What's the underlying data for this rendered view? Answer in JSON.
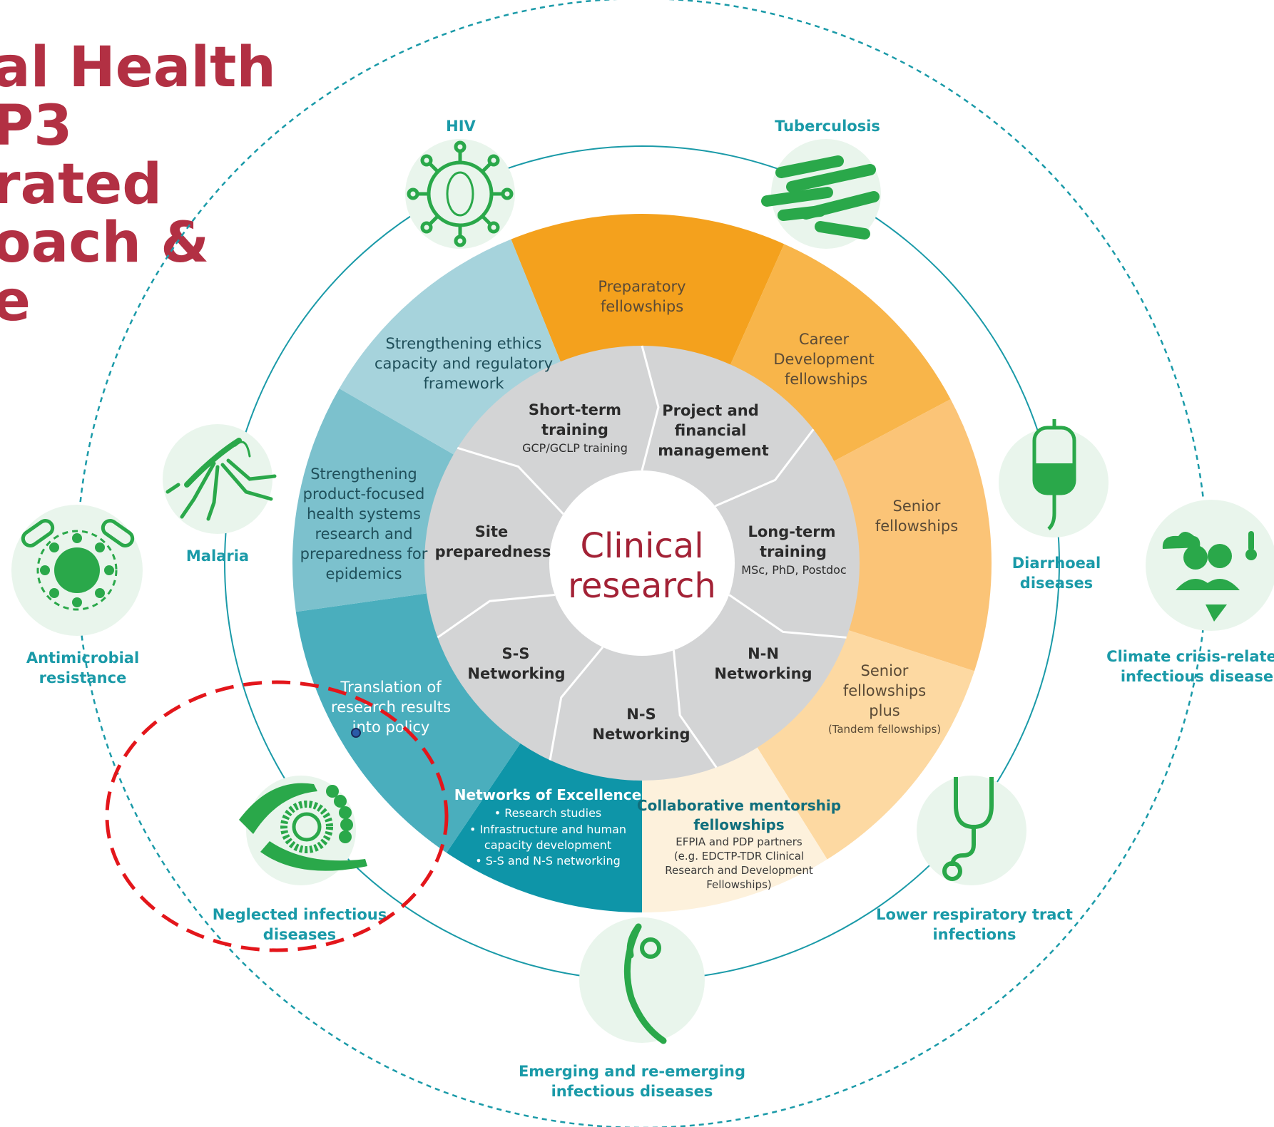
{
  "title_lines": [
    "al Health",
    "P3",
    "rated",
    "oach &",
    "e"
  ],
  "colors": {
    "title": "#b23043",
    "teal": "#1a9aa8",
    "green": "#2aa84a",
    "center_text": "#a32236",
    "annotation": "#e3161b"
  },
  "center": {
    "line1": "Clinical",
    "line2": "research"
  },
  "inner_sectors": [
    {
      "id": "short-term-training",
      "lines": [
        "Short-term",
        "training"
      ],
      "sub": "GCP/GCLP training"
    },
    {
      "id": "project-financial",
      "lines": [
        "Project and",
        "financial",
        "management"
      ],
      "sub": ""
    },
    {
      "id": "long-term-training",
      "lines": [
        "Long-term",
        "training"
      ],
      "sub": "MSc, PhD, Postdoc"
    },
    {
      "id": "nn-networking",
      "lines": [
        "N-N",
        "Networking"
      ],
      "sub": ""
    },
    {
      "id": "ns-networking",
      "lines": [
        "N-S",
        "Networking"
      ],
      "sub": ""
    },
    {
      "id": "ss-networking",
      "lines": [
        "S-S",
        "Networking"
      ],
      "sub": ""
    },
    {
      "id": "site-preparedness",
      "lines": [
        "Site",
        "preparedness"
      ],
      "sub": ""
    }
  ],
  "outer_sectors": [
    {
      "id": "preparatory",
      "lines": [
        "Preparatory",
        "fellowships"
      ],
      "color": "#f4a11d"
    },
    {
      "id": "career",
      "lines": [
        "Career",
        "Development",
        "fellowships"
      ],
      "color": "#f8b54a"
    },
    {
      "id": "senior",
      "lines": [
        "Senior",
        "fellowships"
      ],
      "color": "#fbc477"
    },
    {
      "id": "senior-plus",
      "lines": [
        "Senior",
        "fellowships",
        "plus"
      ],
      "sub": "(Tandem fellowships)",
      "color": "#fdd9a2"
    },
    {
      "id": "collaborative",
      "lines": [
        "Collaborative mentorship",
        "fellowships"
      ],
      "subs": [
        "EFPIA and PDP partners",
        "(e.g. EDCTP-TDR Clinical",
        "Research and Development",
        "Fellowships)"
      ],
      "color": "#fdf1dc"
    },
    {
      "id": "networks",
      "lines": [
        "Networks of Excellence"
      ],
      "subs": [
        "• Research studies",
        "• Infrastructure and human",
        "capacity development",
        "• S-S and N-S networking"
      ],
      "color": "#0e95a8"
    },
    {
      "id": "translation",
      "lines": [
        "Translation of",
        "research results",
        "into policy"
      ],
      "color": "#4aaebd"
    },
    {
      "id": "product-focused",
      "lines": [
        "Strengthening",
        "product-focused",
        "health systems",
        "research and",
        "preparedness for",
        "epidemics"
      ],
      "color": "#7cc1cd"
    },
    {
      "id": "ethics",
      "lines": [
        "Strengthening ethics",
        "capacity and regulatory",
        "framework"
      ],
      "color": "#a6d3dc"
    }
  ],
  "diseases": [
    {
      "id": "hiv",
      "label": [
        "HIV"
      ],
      "icon": "virus-icon"
    },
    {
      "id": "tuberculosis",
      "label": [
        "Tuberculosis"
      ],
      "icon": "bacilli-icon"
    },
    {
      "id": "diarrhoeal",
      "label": [
        "Diarrhoeal",
        "diseases"
      ],
      "icon": "iv-bag-icon"
    },
    {
      "id": "climate",
      "label": [
        "Climate crisis-related",
        "infectious disease"
      ],
      "icon": "climate-people-icon"
    },
    {
      "id": "lower-respiratory",
      "label": [
        "Lower respiratory tract",
        "infections"
      ],
      "icon": "stethoscope-icon"
    },
    {
      "id": "emerging",
      "label": [
        "Emerging and re-emerging",
        "infectious diseases"
      ],
      "icon": "sprout-icon"
    },
    {
      "id": "neglected",
      "label": [
        "Neglected infectious",
        "diseases"
      ],
      "icon": "eye-parasite-icon"
    },
    {
      "id": "antimicrobial",
      "label": [
        "Antimicrobial",
        "resistance"
      ],
      "icon": "microbe-pills-icon"
    },
    {
      "id": "malaria",
      "label": [
        "Malaria"
      ],
      "icon": "mosquito-icon"
    }
  ]
}
